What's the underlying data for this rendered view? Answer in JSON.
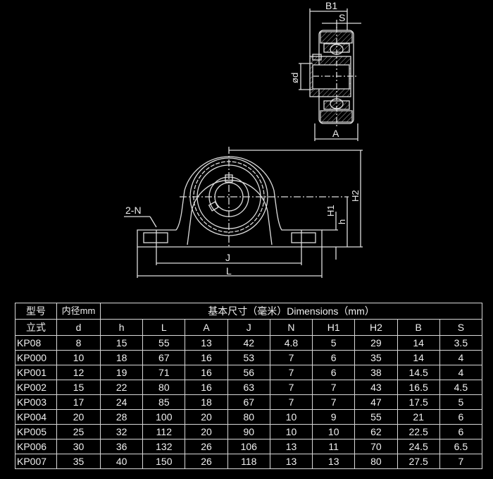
{
  "drawing": {
    "front_labels": {
      "hole": "2-N",
      "J": "J",
      "L": "L",
      "H1": "H1",
      "h": "h",
      "H2": "H2"
    },
    "side_labels": {
      "B1": "B1",
      "S": "S",
      "d": "ød",
      "A": "A"
    }
  },
  "table": {
    "header1": {
      "model": "型号",
      "bore": "内径mm",
      "dimensions": "基本尺寸（毫米）Dimensions（mm）"
    },
    "header2": [
      "立式",
      "d",
      "h",
      "L",
      "A",
      "J",
      "N",
      "H1",
      "H2",
      "B",
      "S"
    ],
    "rows": [
      [
        "KP08",
        "8",
        "15",
        "55",
        "13",
        "42",
        "4.8",
        "5",
        "29",
        "14",
        "3.5"
      ],
      [
        "KP000",
        "10",
        "18",
        "67",
        "16",
        "53",
        "7",
        "6",
        "35",
        "14",
        "4"
      ],
      [
        "KP001",
        "12",
        "19",
        "71",
        "16",
        "56",
        "7",
        "6",
        "38",
        "14.5",
        "4"
      ],
      [
        "KP002",
        "15",
        "22",
        "80",
        "16",
        "63",
        "7",
        "7",
        "43",
        "16.5",
        "4.5"
      ],
      [
        "KP003",
        "17",
        "24",
        "85",
        "18",
        "67",
        "7",
        "7",
        "47",
        "17.5",
        "5"
      ],
      [
        "KP004",
        "20",
        "28",
        "100",
        "20",
        "80",
        "10",
        "9",
        "55",
        "21",
        "6"
      ],
      [
        "KP005",
        "25",
        "32",
        "112",
        "20",
        "90",
        "10",
        "10",
        "62",
        "22.5",
        "6"
      ],
      [
        "KP006",
        "30",
        "36",
        "132",
        "26",
        "106",
        "13",
        "11",
        "70",
        "24.5",
        "6.5"
      ],
      [
        "KP007",
        "35",
        "40",
        "150",
        "26",
        "118",
        "13",
        "13",
        "80",
        "27.5",
        "7"
      ]
    ]
  }
}
